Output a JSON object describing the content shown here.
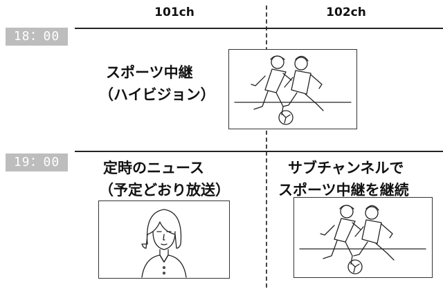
{
  "channels": {
    "ch1": "101ch",
    "ch2": "102ch"
  },
  "times": {
    "t1": "18：00",
    "t2": "19：00"
  },
  "programs": {
    "sports_hd": {
      "line1": "スポーツ中継",
      "line2": "（ハイビジョン）"
    },
    "news": {
      "line1": "定時のニュース",
      "line2": "（予定どおり放送）"
    },
    "sub_channel": {
      "line1": "サブチャンネルで",
      "line2": "スポーツ中継を継続"
    }
  },
  "colors": {
    "time_box_bg": "#bdbdbd",
    "line": "#222222"
  },
  "illustrations": [
    "soccer-players-image",
    "newscaster-image",
    "soccer-players-image"
  ]
}
